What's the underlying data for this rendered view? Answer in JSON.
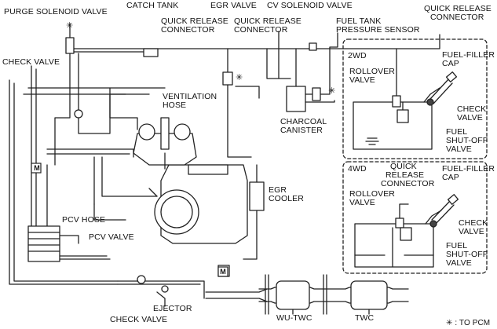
{
  "labels": {
    "purge_solenoid_valve": "PURGE SOLENOID VALVE",
    "catch_tank": "CATCH TANK",
    "quick_release_connector_1": "QUICK RELEASE",
    "quick_release_connector_1b": "CONNECTOR",
    "egr_valve": "EGR VALVE",
    "quick_release_connector_2": "QUICK RELEASE",
    "quick_release_connector_2b": "CONNECTOR",
    "cv_solenoid_valve": "CV SOLENOID VALVE",
    "fuel_tank_pressure_sensor_1": "FUEL TANK",
    "fuel_tank_pressure_sensor_2": "PRESSURE SENSOR",
    "quick_release_connector_3": "QUICK RELEASE",
    "quick_release_connector_3b": "CONNECTOR",
    "check_valve_left": "CHECK VALVE",
    "ventilation_hose_1": "VENTILATION",
    "ventilation_hose_2": "HOSE",
    "charcoal_canister_1": "CHARCOAL",
    "charcoal_canister_2": "CANISTER",
    "egr_cooler_1": "EGR",
    "egr_cooler_2": "COOLER",
    "pcv_hose": "PCV HOSE",
    "pcv_valve": "PCV VALVE",
    "ejector": "EJECTOR",
    "check_valve_bottom": "CHECK VALVE",
    "wu_twc": "WU-TWC",
    "twc": "TWC",
    "to_pcm": "✳ : TO PCM",
    "m_left": "M",
    "m_bottom": "M",
    "star_purge": "✳",
    "star_egr": "✳",
    "star_cv": "✳"
  },
  "panel_2wd": {
    "title": "2WD",
    "rollover_valve_1": "ROLLOVER",
    "rollover_valve_2": "VALVE",
    "fuel_filler_cap_1": "FUEL-FILLER",
    "fuel_filler_cap_2": "CAP",
    "check_valve_1": "CHECK",
    "check_valve_2": "VALVE",
    "fuel_shutoff_1": "FUEL",
    "fuel_shutoff_2": "SHUT-OFF",
    "fuel_shutoff_3": "VALVE"
  },
  "panel_4wd": {
    "title": "4WD",
    "quick_release_1": "QUICK",
    "quick_release_2": "RELEASE",
    "quick_release_3": "CONNECTOR",
    "fuel_filler_cap_1": "FUEL-FILLER",
    "fuel_filler_cap_2": "CAP",
    "rollover_valve_1": "ROLLOVER",
    "rollover_valve_2": "VALVE",
    "check_valve_1": "CHECK",
    "check_valve_2": "VALVE",
    "fuel_shutoff_1": "FUEL",
    "fuel_shutoff_2": "SHUT-OFF",
    "fuel_shutoff_3": "VALVE"
  }
}
